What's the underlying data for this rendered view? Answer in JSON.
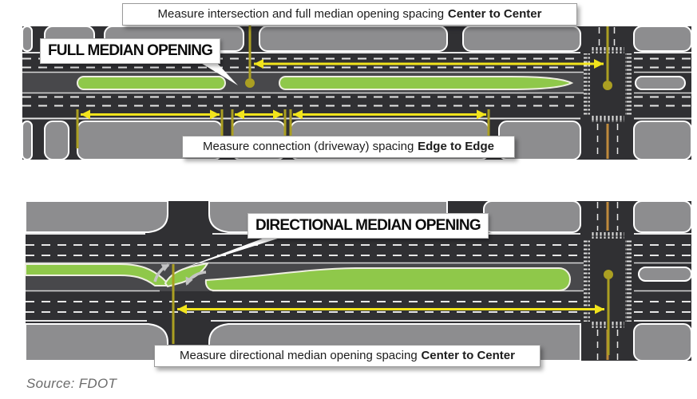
{
  "page": {
    "background": "#ffffff"
  },
  "colors": {
    "page": "#ffffff",
    "asphalt": "#303033",
    "median": "#48484b",
    "parcel": "#8d8d8f",
    "green": "#8fc84a",
    "greenEdge": "#efefe2",
    "lane": "#e6e6e6",
    "arrowYellow": "#f2e41c",
    "olive": "#ab9f22",
    "orange": "#bf8a3c",
    "turnArrow": "#c4c4c4"
  },
  "top_diagram": {
    "callout": {
      "text": "Measure intersection and full median opening spacing",
      "bold": "Center to Center"
    },
    "label": "FULL MEDIAN OPENING",
    "driveway_callout": {
      "text": "Measure connection (driveway) spacing",
      "bold": "Edge to Edge"
    }
  },
  "bottom_diagram": {
    "label": "DIRECTIONAL MEDIAN OPENING",
    "callout": {
      "text": "Measure directional median opening spacing",
      "bold": "Center to Center"
    }
  },
  "source_note": "Source: FDOT"
}
